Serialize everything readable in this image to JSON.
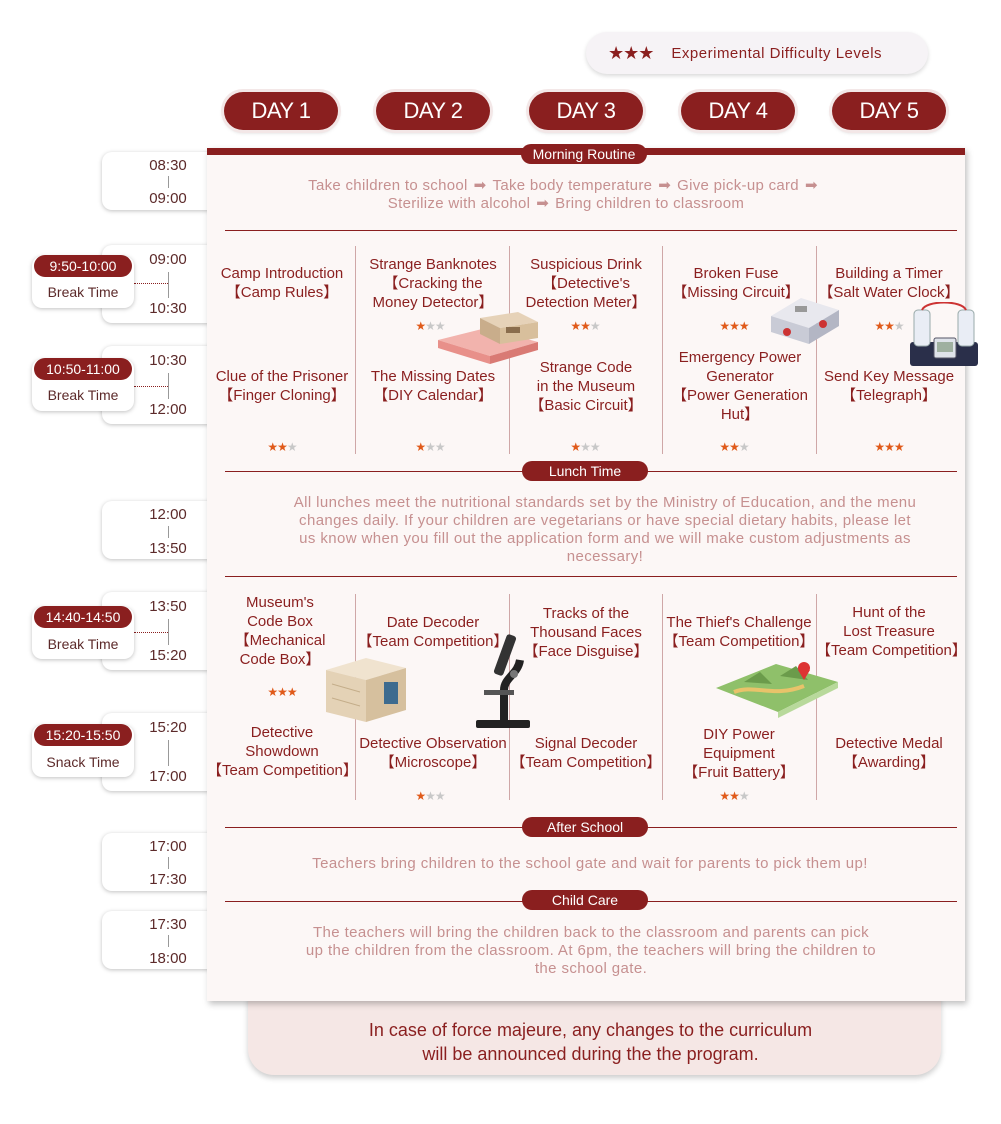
{
  "legend": {
    "stars": "★★★",
    "label": "Experimental Difficulty Levels"
  },
  "days": [
    "DAY 1",
    "DAY 2",
    "DAY 3",
    "DAY 4",
    "DAY 5"
  ],
  "sections": {
    "morning": "Morning Routine",
    "lunch": "Lunch Time",
    "after": "After School",
    "care": "Child Care"
  },
  "morning_flow": {
    "line1": [
      "Take children to school",
      "Take body temperature",
      "Give pick-up card"
    ],
    "line2": [
      "Sterilize with alcohol",
      "Bring children to classroom"
    ]
  },
  "times": {
    "t1": [
      "08:30",
      "09:00"
    ],
    "t2": [
      "09:00",
      "10:30"
    ],
    "t3": [
      "10:30",
      "12:00"
    ],
    "t4": [
      "12:00",
      "13:50"
    ],
    "t5": [
      "13:50",
      "15:20"
    ],
    "t6": [
      "15:20",
      "17:00"
    ],
    "t7": [
      "17:00",
      "17:30"
    ],
    "t8": [
      "17:30",
      "18:00"
    ]
  },
  "breaks": [
    {
      "time": "9:50-10:00",
      "label": "Break Time"
    },
    {
      "time": "10:50-11:00",
      "label": "Break Time"
    },
    {
      "time": "14:40-14:50",
      "label": "Break Time"
    },
    {
      "time": "15:20-15:50",
      "label": "Snack Time"
    }
  ],
  "morning_sessions": {
    "d1a": [
      "Camp Introduction",
      "【Camp Rules】"
    ],
    "d1b": [
      "Clue of the Prisoner",
      "【Finger Cloning】"
    ],
    "d2a": [
      "Strange Banknotes",
      "【Cracking the",
      "Money Detector】"
    ],
    "d2b": [
      "The Missing Dates",
      "【DIY Calendar】"
    ],
    "d3a": [
      "Suspicious Drink",
      "【Detective's",
      "Detection  Meter】"
    ],
    "d3b": [
      "Strange Code",
      "in the Museum",
      "【Basic Circuit】"
    ],
    "d4a": [
      "Broken Fuse",
      "【Missing Circuit】"
    ],
    "d4b": [
      "Emergency Power",
      "Generator",
      "【Power Generation",
      "Hut】"
    ],
    "d5a": [
      "Building a Timer",
      "【Salt Water Clock】"
    ],
    "d5b": [
      "Send Key Message",
      "【Telegraph】"
    ]
  },
  "afternoon_sessions": {
    "d1a": [
      "Museum's",
      "Code Box",
      "【Mechanical",
      "Code Box】"
    ],
    "d1b": [
      "Detective",
      "Showdown",
      "【Team Competition】"
    ],
    "d2a": [
      "Date Decoder",
      "【Team Competition】"
    ],
    "d2b": [
      "Detective Observation",
      "【Microscope】"
    ],
    "d3a": [
      "Tracks of the",
      "Thousand Faces",
      "【Face Disguise】"
    ],
    "d3b": [
      "Signal Decoder",
      "【Team Competition】"
    ],
    "d4a": [
      "The Thief's Challenge",
      "【Team Competition】"
    ],
    "d4b": [
      "DIY Power",
      "Equipment",
      "【Fruit Battery】"
    ],
    "d5a": [
      "Hunt of the",
      "Lost Treasure",
      "【Team Competition】"
    ],
    "d5b": [
      "Detective Medal",
      "【Awarding】"
    ]
  },
  "difficulty": {
    "m_d1b": 2,
    "m_d2a": 1,
    "m_d2b": 1,
    "m_d3a": 2,
    "m_d3b": 1,
    "m_d4a": 3,
    "m_d4b": 2,
    "m_d5a": 2,
    "m_d5b": 3,
    "a_d1a": 3,
    "a_d2b": 1,
    "a_d4b": 2
  },
  "lunch_text": "All lunches meet the nutritional standards set by the Ministry of Education, and the menu changes daily. If your children are vegetarians or have special dietary habits, please let us know when you fill out the application form and we will make custom adjustments as necessary!",
  "after_text": "Teachers bring children to the school gate and wait for parents to pick them up!",
  "care_text": "The teachers will bring the children back to the classroom and parents can pick up the children from the classroom. At 6pm, the teachers will bring the children to the school gate.",
  "note": [
    "In case of force majeure, any changes to the curriculum",
    "will be announced during the the program."
  ],
  "colors": {
    "accent": "#8a1f1f",
    "star_on": "#e05a1a",
    "star_off": "#c8c8c8",
    "muted_text": "#c69090"
  }
}
